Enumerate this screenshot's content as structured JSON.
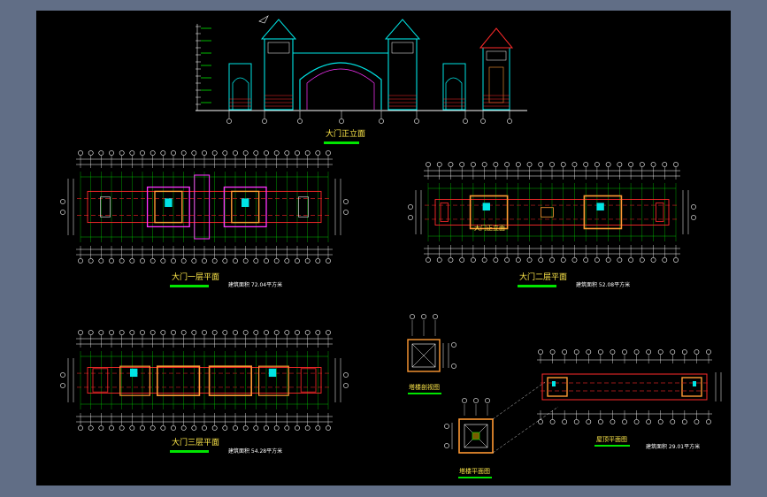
{
  "window": {
    "background": "#616e86",
    "viewport_background": "#000000"
  },
  "colors": {
    "cyan": "#00e5e5",
    "green": "#00e600",
    "red": "#ff2a2a",
    "magenta": "#ff33ff",
    "orange": "#ff9933",
    "yellow": "#ffe94a",
    "white": "#ffffff",
    "dash_red": "#cc1f1f"
  },
  "sheets": {
    "elevation": {
      "title": "大门正立面"
    },
    "plan1": {
      "title": "大门一层平面",
      "note": "建筑面积 72.04平方米"
    },
    "plan2": {
      "title": "大门二层平面",
      "note": "建筑面积 52.08平方米"
    },
    "plan2_inner": {
      "label": "大门正立面"
    },
    "plan3": {
      "title": "大门三层平面",
      "note": "建筑面积 54.28平方米"
    },
    "tower_detail": {
      "title": "塔楼剖视图"
    },
    "tower_plan": {
      "title": "塔楼平面图"
    },
    "roof_plan": {
      "title": "屋顶平面图",
      "note": "建筑面积 29.01平方米"
    }
  },
  "icons": {
    "axis_marker": "axis-bubble-icon",
    "north": "north-arrow-icon"
  }
}
